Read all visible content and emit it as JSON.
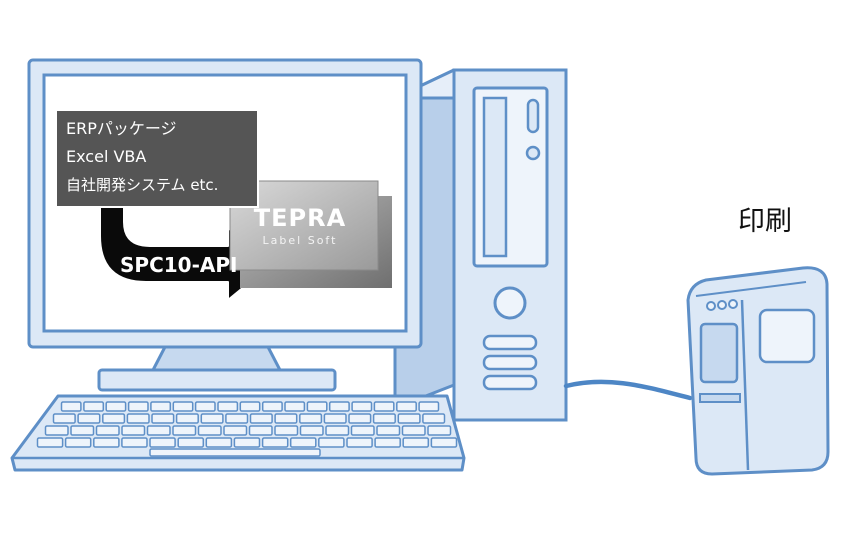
{
  "app_box": {
    "lines": [
      "ERPパッケージ",
      "Excel VBA",
      "自社開発システム etc."
    ]
  },
  "api_arrow": {
    "label": "SPC10-API"
  },
  "tepra_card": {
    "logo": "TEPRA",
    "subtitle": "Label Soft"
  },
  "printer": {
    "label": "印刷"
  },
  "colors": {
    "outline": "#5e8fc7",
    "fill_light": "#dce8f6",
    "fill_mid": "#c6d9ef",
    "cable": "#4d86c5",
    "dark_box": "#555555"
  }
}
